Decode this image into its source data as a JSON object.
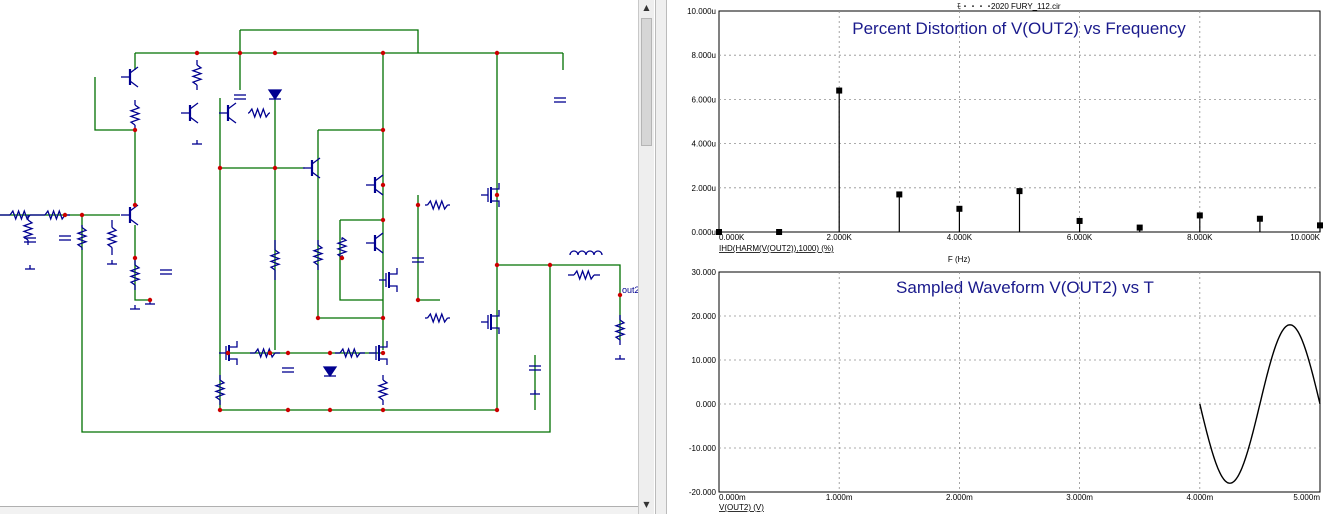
{
  "schematic": {
    "out_label": "out2"
  },
  "plot_window": {
    "title": "2020 FURY_112.cir",
    "title_prefix": "ﾓ・・・・"
  },
  "colors": {
    "wire": "#007000",
    "component": "#000090",
    "node": "#cc0000",
    "grid": "#909090",
    "axis_text": "#000000",
    "plot_title": "#1a1a8c"
  },
  "chart_data": [
    {
      "type": "bar",
      "title": "Percent Distortion of V(OUT2) vs Frequency",
      "xlabel": "F (Hz)",
      "ylabel": "",
      "y_expression": "IHD(HARM(V(OUT2)),1000) (%)",
      "x_tick_labels": [
        "0.000K",
        "2.000K",
        "4.000K",
        "6.000K",
        "8.000K",
        "10.000K"
      ],
      "x_ticks": [
        0,
        2000,
        4000,
        6000,
        8000,
        10000
      ],
      "y_tick_labels": [
        "0.000u",
        "2.000u",
        "4.000u",
        "6.000u",
        "8.000u",
        "10.000u"
      ],
      "y_ticks": [
        0,
        2,
        4,
        6,
        8,
        10
      ],
      "y_unit": "u",
      "xlim": [
        0,
        10000
      ],
      "ylim": [
        0,
        10
      ],
      "grid": true,
      "x": [
        0,
        1000,
        2000,
        3000,
        4000,
        5000,
        6000,
        7000,
        8000,
        9000,
        10000
      ],
      "values": [
        0.0,
        0.0,
        6.4,
        1.7,
        1.05,
        1.85,
        0.5,
        0.2,
        0.75,
        0.6,
        0.3
      ]
    },
    {
      "type": "line",
      "title": "Sampled Waveform  V(OUT2) vs T",
      "xlabel": "",
      "ylabel": "",
      "y_expression": "V(OUT2) (V)",
      "x_tick_labels": [
        "0.000m",
        "1.000m",
        "2.000m",
        "3.000m",
        "4.000m",
        "5.000m"
      ],
      "x_ticks": [
        0,
        1,
        2,
        3,
        4,
        5
      ],
      "x_unit": "m",
      "y_tick_labels": [
        "-20.000",
        "-10.000",
        "0.000",
        "10.000",
        "20.000",
        "30.000"
      ],
      "y_ticks": [
        -20,
        -10,
        0,
        10,
        20,
        30
      ],
      "xlim": [
        0,
        5
      ],
      "ylim": [
        -20,
        30
      ],
      "grid": true,
      "series": [
        {
          "x_start": 4.0,
          "x_end": 5.0,
          "amplitude": 18.0,
          "period": 1.0,
          "offset": 0.0,
          "phase": "inverted-sine"
        }
      ]
    }
  ]
}
